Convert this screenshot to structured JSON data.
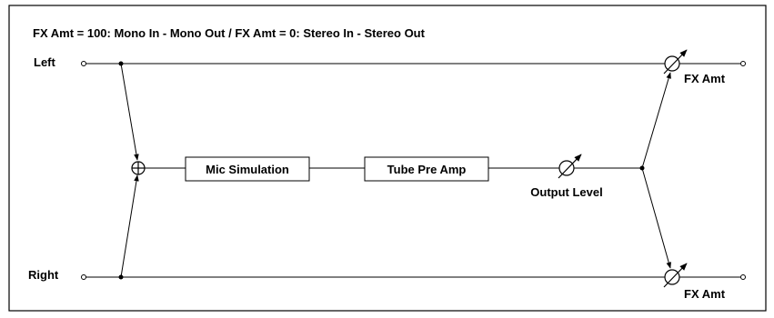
{
  "title": "FX Amt = 100: Mono In - Mono Out  /  FX Amt = 0: Stereo In - Stereo Out",
  "inputs": {
    "left": "Left",
    "right": "Right"
  },
  "blocks": {
    "mic": "Mic Simulation",
    "tube": "Tube Pre Amp"
  },
  "output_level": "Output Level",
  "fx_amt_top": "FX Amt",
  "fx_amt_bottom": "FX Amt"
}
